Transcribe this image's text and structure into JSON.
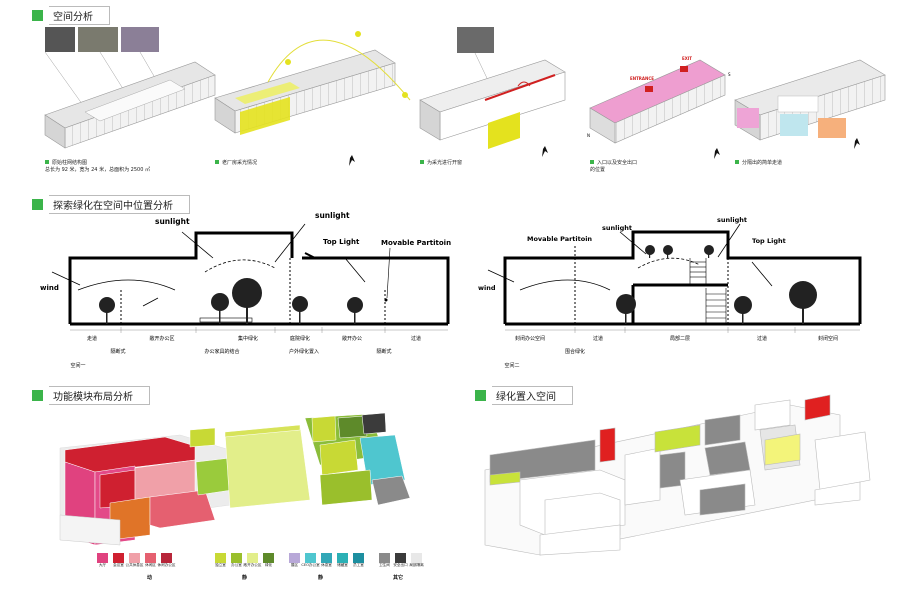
{
  "sections": {
    "s1": "空间分析",
    "s2": "探索绿化在空间中位置分析",
    "s3": "功能模块布局分析",
    "s4": "绿化置入空间"
  },
  "captions": [
    {
      "l1": "原始柱网结构图",
      "l2": "总长为 92 米，宽为 24 米，总面积为 2500 ㎡"
    },
    {
      "l1": "老厂房采光情况",
      "l2": ""
    },
    {
      "l1": "为采光进行开窗",
      "l2": ""
    },
    {
      "l1": "入口以及安全出口",
      "l2": "的位置"
    },
    {
      "l1": "分隔出的简单走道",
      "l2": ""
    }
  ],
  "entrance_labels": {
    "entrance": "ENTRANCE",
    "exit": "EXIT",
    "s": "S",
    "n": "N"
  },
  "sec1": {
    "sunlight": "sunlight",
    "sunlight2": "sunlight",
    "toplight": "Top Light",
    "movable": "Movable Partitoin",
    "wind": "wind",
    "labels": [
      "走道",
      "敞开办公区",
      "集中绿化",
      "庭院绿化",
      "敞开办公",
      "过道"
    ],
    "labels2": [
      "隔断式",
      "办公家具的结合",
      "户外绿化置入",
      "隔断式"
    ],
    "name": "空间一"
  },
  "sec2": {
    "sunlight": "sunlight",
    "sunlight2": "sunlight",
    "toplight": "Top Light",
    "movable": "Movable Partitoin",
    "wind": "wind",
    "labels": [
      "封闭办公空间",
      "过道",
      "局部二层",
      "过道",
      "封闭空间"
    ],
    "labels2": [
      "围合绿化"
    ],
    "name": "空间二"
  },
  "legend": {
    "groups": [
      {
        "name": "动",
        "items": [
          {
            "label": "大厅",
            "color": "#e0427f"
          },
          {
            "label": "会议室",
            "color": "#cf2030"
          },
          {
            "label": "公共休息区",
            "color": "#f0a0a8"
          },
          {
            "label": "休闲区",
            "color": "#e56070"
          },
          {
            "label": "休闲办公区",
            "color": "#b8263a"
          }
        ]
      },
      {
        "name": "静",
        "items": [
          {
            "label": "独立室",
            "color": "#c8d935"
          },
          {
            "label": "办公室",
            "color": "#9abf2c"
          },
          {
            "label": "敞开办公区",
            "color": "#e2ee8a"
          },
          {
            "label": "绿化",
            "color": "#5e8a2a"
          }
        ]
      },
      {
        "name": "静",
        "items": [
          {
            "label": "展区",
            "color": "#b8a8d8"
          },
          {
            "label": "CEO办公室",
            "color": "#4fc6cf"
          },
          {
            "label": "休息室",
            "color": "#31a7b7"
          },
          {
            "label": "储藏室",
            "color": "#2bb0b5"
          },
          {
            "label": "员工室",
            "color": "#1d8fa0"
          }
        ]
      },
      {
        "name": "其它",
        "items": [
          {
            "label": "卫生间",
            "color": "#8a8a8a"
          },
          {
            "label": "安全出口",
            "color": "#3b3b3b"
          },
          {
            "label": "局部隔离",
            "color": "#e8e8e8"
          }
        ]
      }
    ]
  }
}
